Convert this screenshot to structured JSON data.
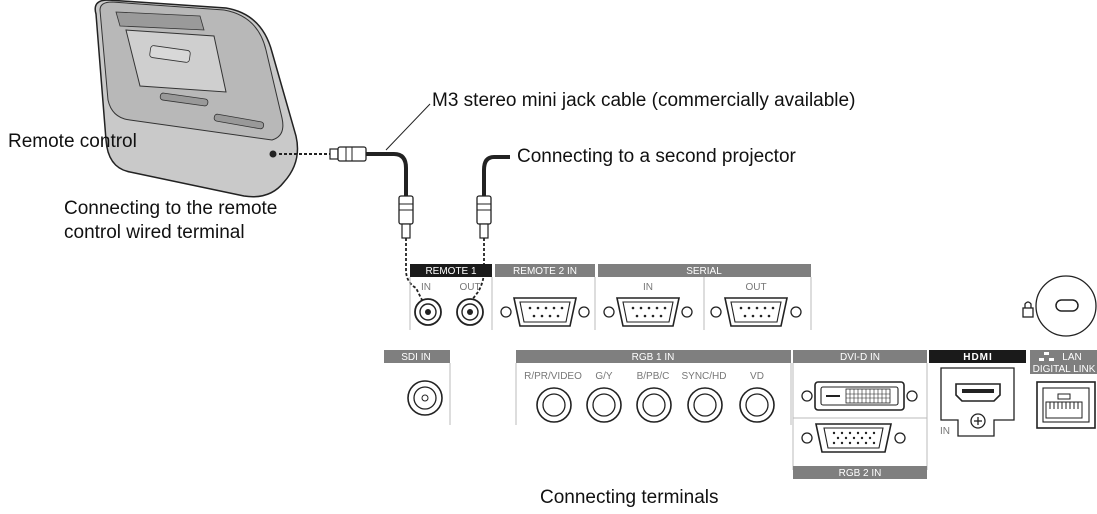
{
  "callouts": {
    "remote_control": "Remote control",
    "cable": "M3 stereo mini jack cable (commercially available)",
    "second_projector": "Connecting to a second projector",
    "wired_terminal": "Connecting to the remote control wired terminal",
    "terminals": "Connecting terminals"
  },
  "panel": {
    "remote1": {
      "title": "REMOTE 1",
      "in": "IN",
      "out": "OUT"
    },
    "remote2": {
      "title": "REMOTE 2 IN"
    },
    "serial": {
      "title": "SERIAL",
      "in": "IN",
      "out": "OUT"
    },
    "sdi": {
      "title": "SDI IN"
    },
    "rgb1": {
      "title": "RGB 1 IN",
      "ports": [
        "R/PR/VIDEO",
        "G/Y",
        "B/PB/C",
        "SYNC/HD",
        "VD"
      ]
    },
    "dvi": {
      "title": "DVI-D IN"
    },
    "hdmi": {
      "title": "HDMI",
      "in": "IN"
    },
    "lan": {
      "title": "LAN",
      "sub": "DIGITAL LINK"
    },
    "rgb2": {
      "title": "RGB 2 IN"
    }
  },
  "colors": {
    "label_bar": "#7f7f7f",
    "label_bar_dark": "#1a1a1a",
    "cable": "#222222"
  }
}
